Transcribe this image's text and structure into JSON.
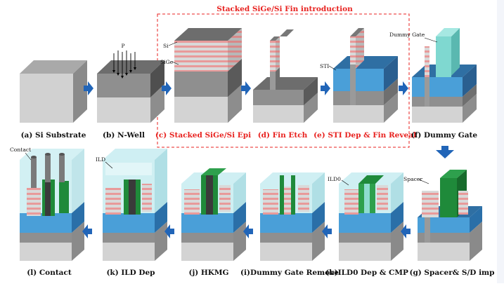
{
  "header": {
    "title": "Stacked SiGe/Si Fin introduction"
  },
  "steps": [
    {
      "id": "a",
      "label": "(a) Si Substrate"
    },
    {
      "id": "b",
      "label": "(b) N-Well"
    },
    {
      "id": "c",
      "label": "(c) Stacked SiGe/Si Epi"
    },
    {
      "id": "d",
      "label": "(d) Fin Etch"
    },
    {
      "id": "e",
      "label": "(e) STI Dep & Fin Reveal"
    },
    {
      "id": "f",
      "label": "(f) Dummy Gate"
    },
    {
      "id": "g",
      "label": "(g) Spacer& S/D imp"
    },
    {
      "id": "h",
      "label": "(h)ILD0 Dep & CMP"
    },
    {
      "id": "i",
      "label": "(i)Dummy Gate Remove"
    },
    {
      "id": "j",
      "label": "(j) HKMG"
    },
    {
      "id": "k",
      "label": "(k) ILD Dep"
    },
    {
      "id": "l",
      "label": "(l) Contact"
    }
  ],
  "annotations": {
    "p": "P",
    "si": "Si",
    "sige": "SiGe",
    "sti": "STI",
    "dummy_gate": "Dummy Gate",
    "spacer": "Spacer",
    "ild0": "ILD0",
    "ild": "ILD",
    "contact": "Contact"
  },
  "colors": {
    "highlight_red": "#e8221f",
    "arrow_blue": "#2165b8",
    "sti_blue": "#4a9fd8",
    "gate_green": "#1f8a3a",
    "dummy_gate_cyan": "#7fd8d0",
    "sige_pink": "#e8a0a0",
    "si_gray": "#bdbdbd"
  }
}
